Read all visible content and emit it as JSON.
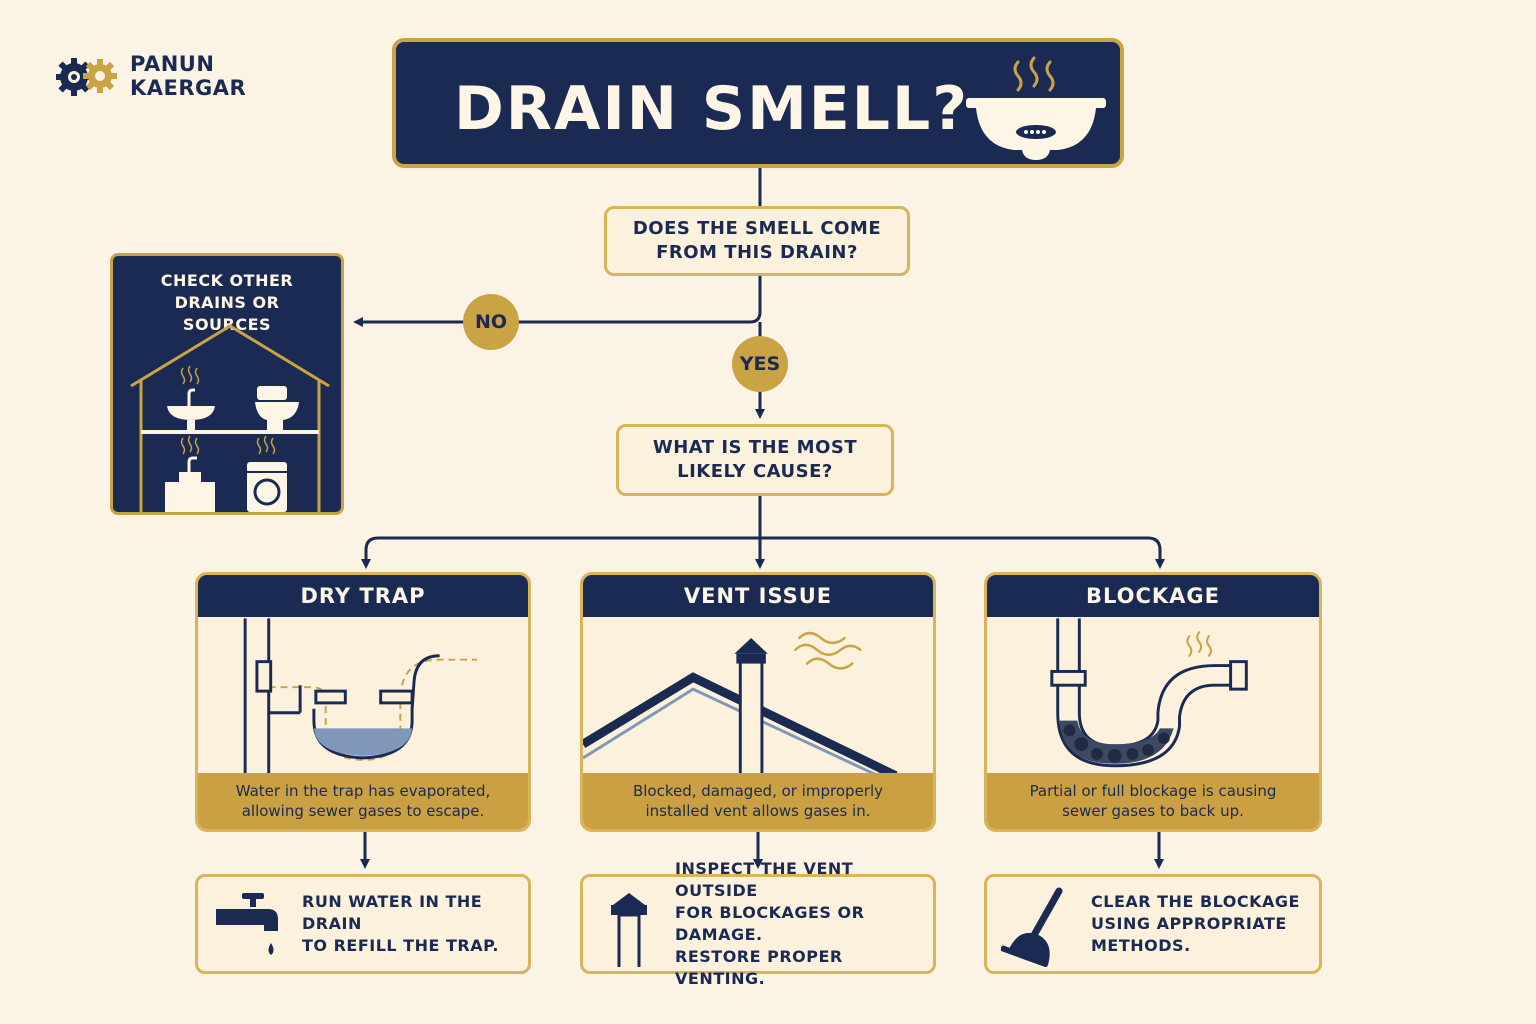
{
  "brand": {
    "line1": "PANUN",
    "line2": "KAERGAR"
  },
  "title": "DRAIN SMELL?",
  "question1": "DOES THE SMELL COME FROM THIS DRAIN?",
  "no_label": "NO",
  "yes_label": "YES",
  "side_box": {
    "title": "CHECK OTHER DRAINS OR SOURCES"
  },
  "question2": "WHAT IS THE MOST LIKELY CAUSE?",
  "causes": [
    {
      "title": "DRY TRAP",
      "description": "Water in the trap has evaporated, allowing sewer gases to escape.",
      "action": "RUN WATER IN THE DRAIN\nTO REFILL THE TRAP."
    },
    {
      "title": "VENT ISSUE",
      "description": "Blocked, damaged, or improperly installed vent allows gases in.",
      "action": "INSPECT THE VENT OUTSIDE\nFOR BLOCKAGES OR DAMAGE.\nRESTORE PROPER VENTING."
    },
    {
      "title": "BLOCKAGE",
      "description": "Partial or full blockage is causing sewer gases to back up.",
      "action": "CLEAR THE BLOCKAGE\nUSING APPROPRIATE\nMETHODS."
    }
  ],
  "colors": {
    "navy": "#1b2a52",
    "gold": "#c9a344",
    "cream": "#fbf3e3"
  }
}
